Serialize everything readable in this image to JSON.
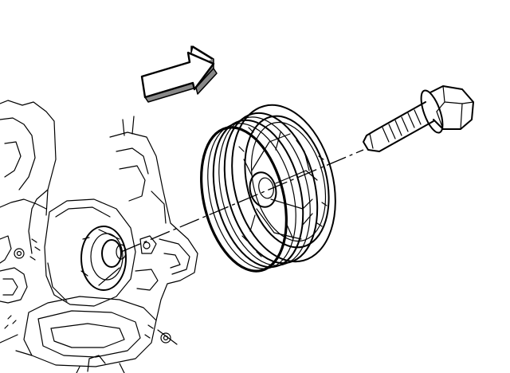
{
  "diagram": {
    "parts": [
      "engine-front-cover",
      "crankshaft-nose",
      "crankshaft-balancer",
      "balancer-bolt",
      "installation-direction-arrow"
    ],
    "colors": {
      "line": "#000000",
      "background": "#ffffff",
      "arrow_shade": "#888888"
    }
  }
}
